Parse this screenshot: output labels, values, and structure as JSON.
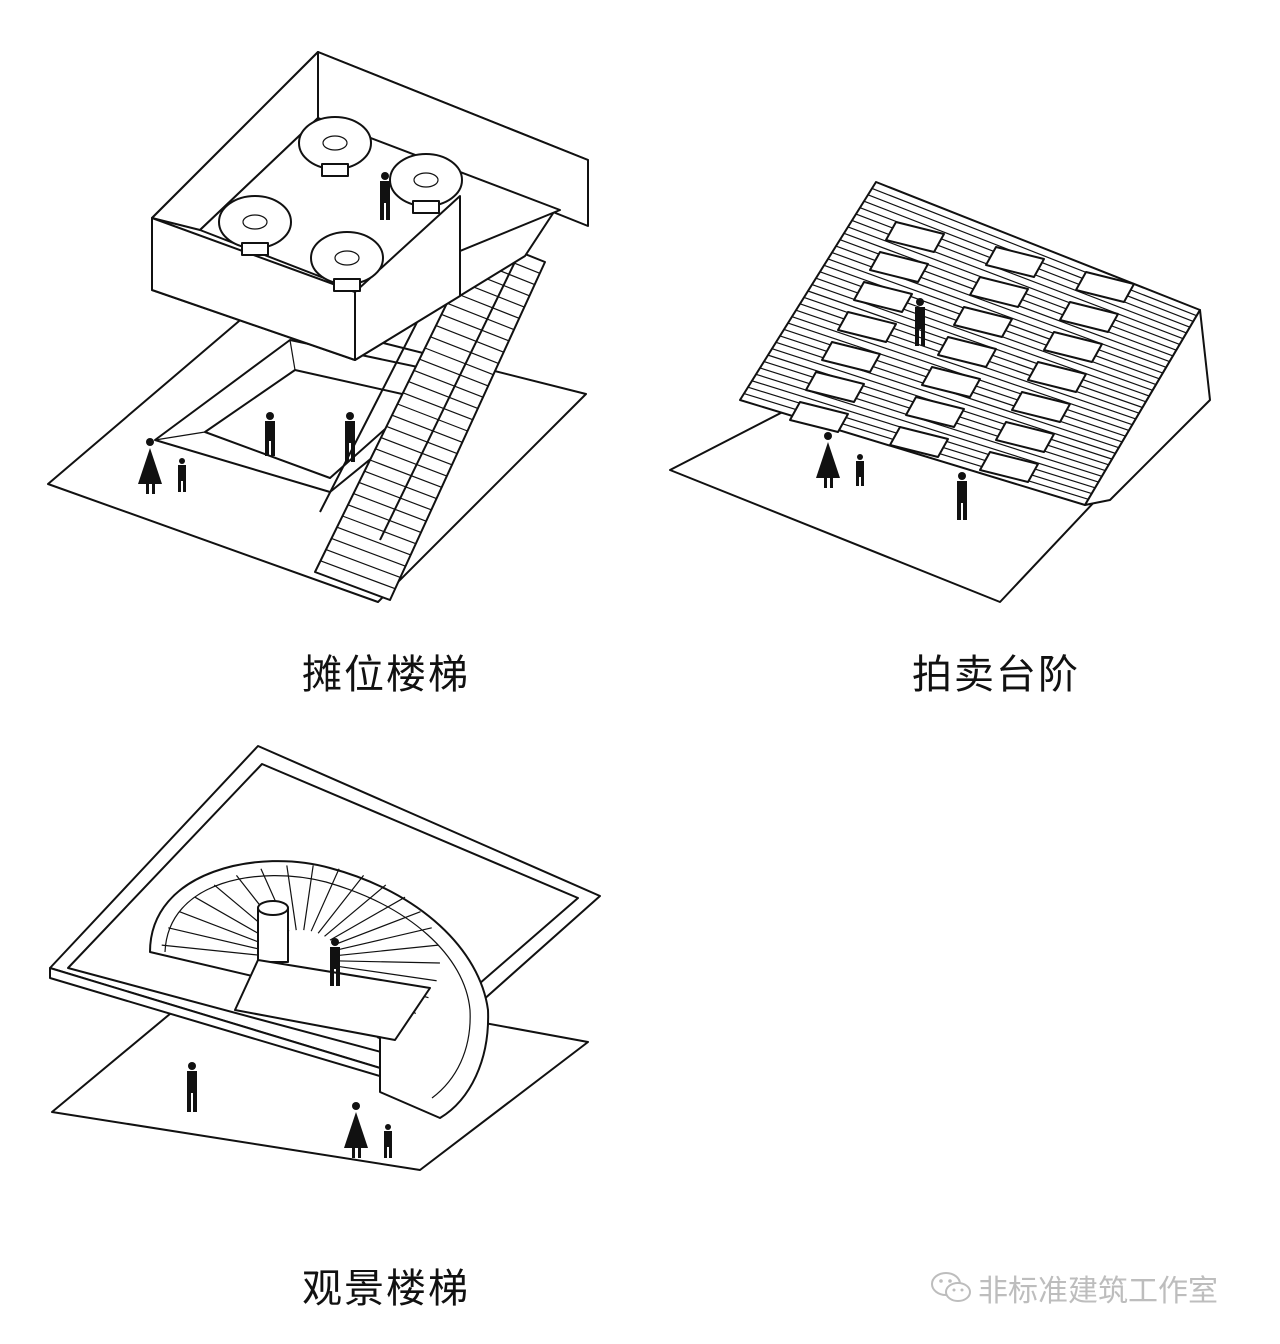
{
  "captions": {
    "stall_stair": "摊位楼梯",
    "auction_steps": "拍卖台阶",
    "viewing_stair": "观景楼梯"
  },
  "watermark": {
    "icon": "wechat-icon",
    "text": "非标准建筑工作室"
  },
  "colors": {
    "line": "#111111",
    "background": "#ffffff",
    "watermark": "#bdbdbd"
  }
}
